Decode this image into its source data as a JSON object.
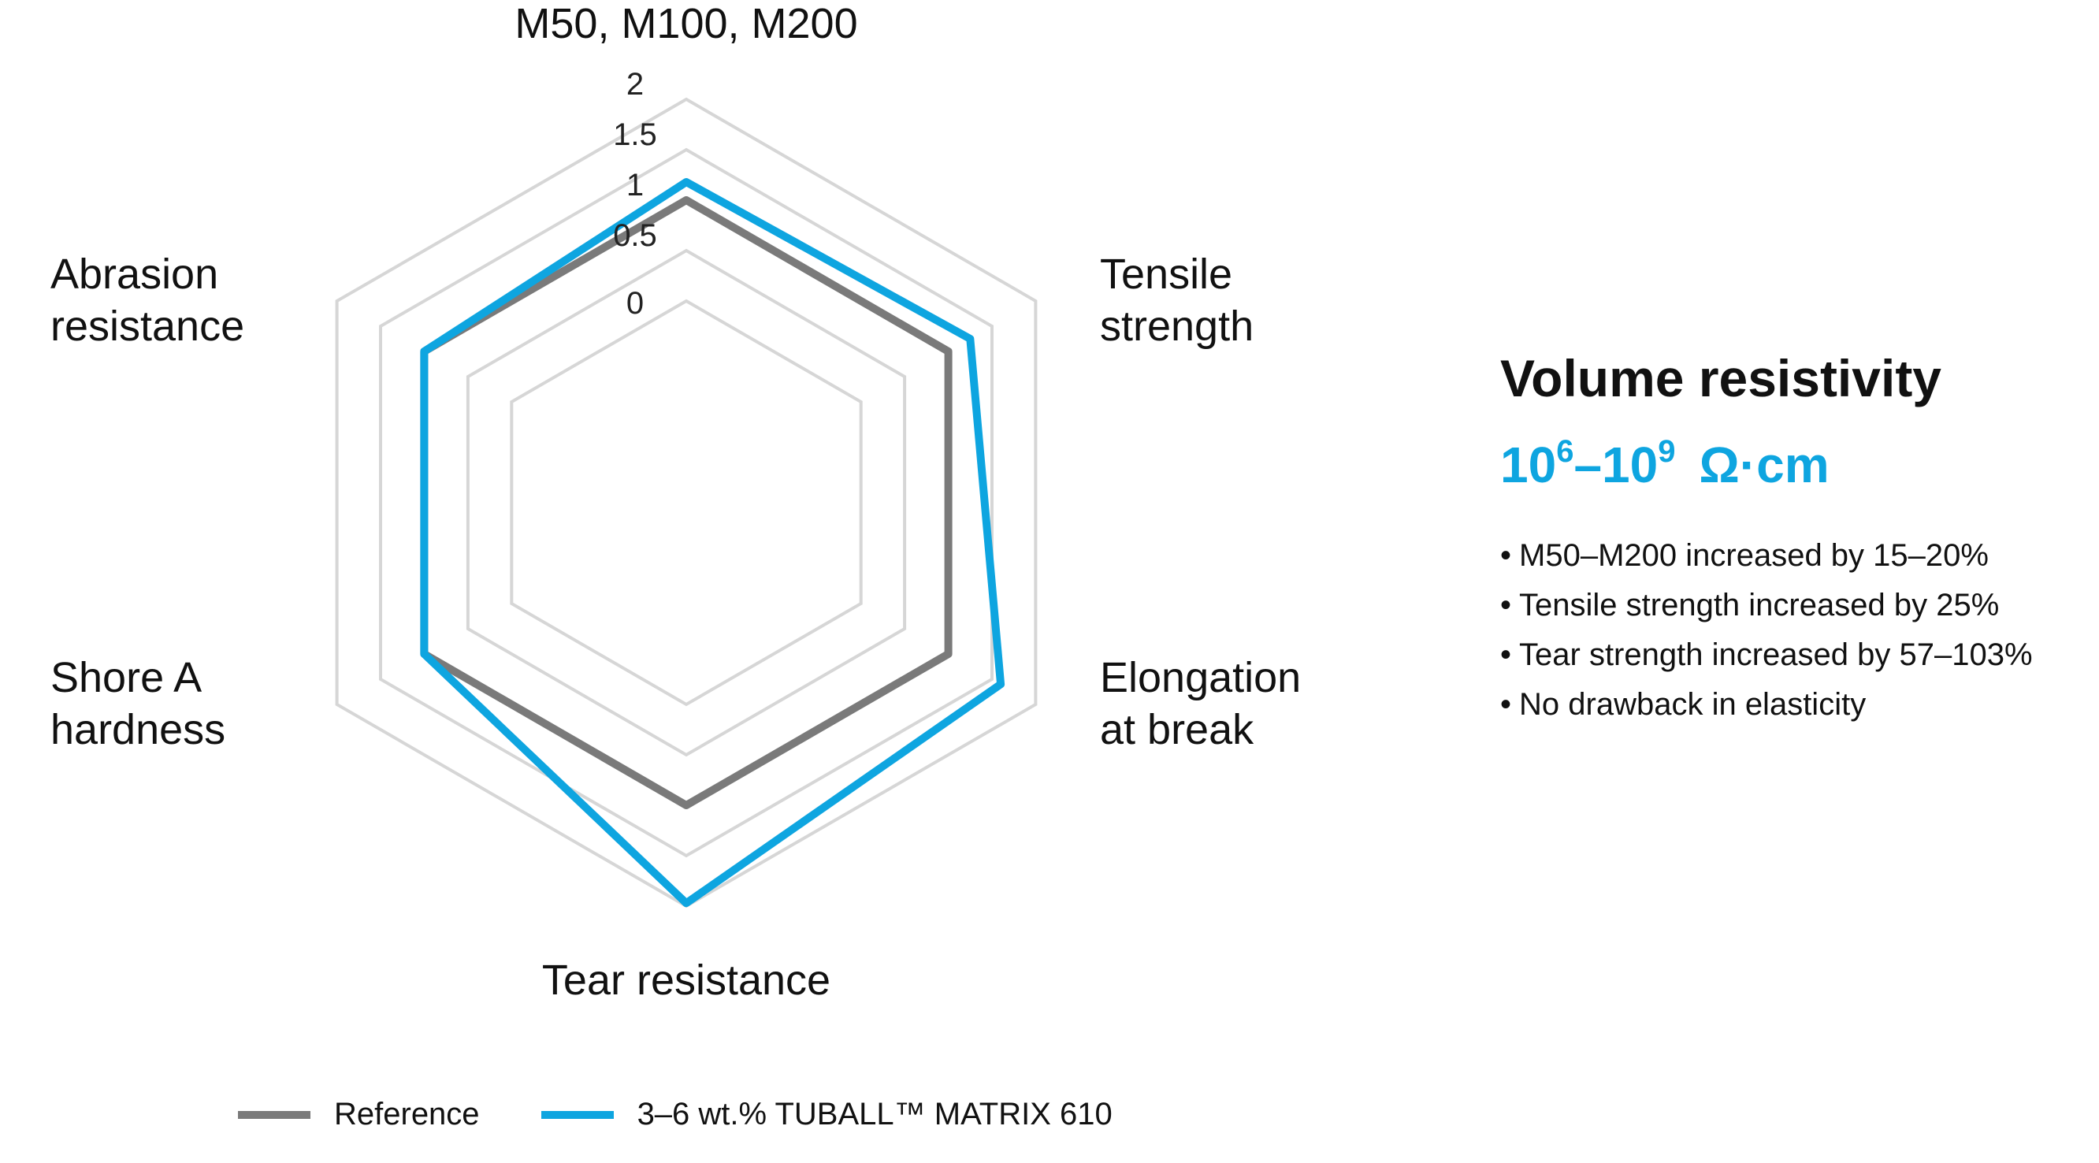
{
  "chart_data": {
    "type": "radar",
    "axes": [
      "M50, M100, M200",
      "Tensile strength",
      "Elongation at break",
      "Tear resistance",
      "Shore A hardness",
      "Abrasion resistance"
    ],
    "axis_label_lines": [
      [
        "M50, M100, M200"
      ],
      [
        "Tensile",
        "strength"
      ],
      [
        "Elongation",
        "at break"
      ],
      [
        "Tear resistance"
      ],
      [
        "Shore A",
        "hardness"
      ],
      [
        "Abrasion",
        "resistance"
      ]
    ],
    "rmin": 0,
    "rmax": 2,
    "ticks": [
      0,
      0.5,
      1,
      1.5,
      2
    ],
    "tick_labels": [
      "0",
      "0.5",
      "1",
      "1.5",
      "2"
    ],
    "grid": true,
    "series": [
      {
        "name": "Reference",
        "color": "#7a7a7a",
        "values": [
          1,
          1,
          1,
          1,
          1,
          1
        ]
      },
      {
        "name": "3–6 wt.% TUBALL™ MATRIX 610",
        "color": "#0ea5e0",
        "values": [
          1.18,
          1.25,
          1.6,
          1.97,
          1.0,
          1.0
        ]
      }
    ],
    "legend": "bottom"
  },
  "side_panel": {
    "title": "Volume resistivity",
    "value_base1": "10",
    "value_exp1": "6",
    "value_dash": "–",
    "value_base2": "10",
    "value_exp2": "9",
    "value_unit": "Ω·cm",
    "value_color": "#0ea5e0",
    "bullets": [
      "M50–M200 increased by 15–20%",
      "Tensile strength increased by 25%",
      "Tear strength increased by 57–103%",
      "No drawback in elasticity"
    ]
  },
  "colors": {
    "grid": "#d6d6d6",
    "text": "#111111"
  }
}
